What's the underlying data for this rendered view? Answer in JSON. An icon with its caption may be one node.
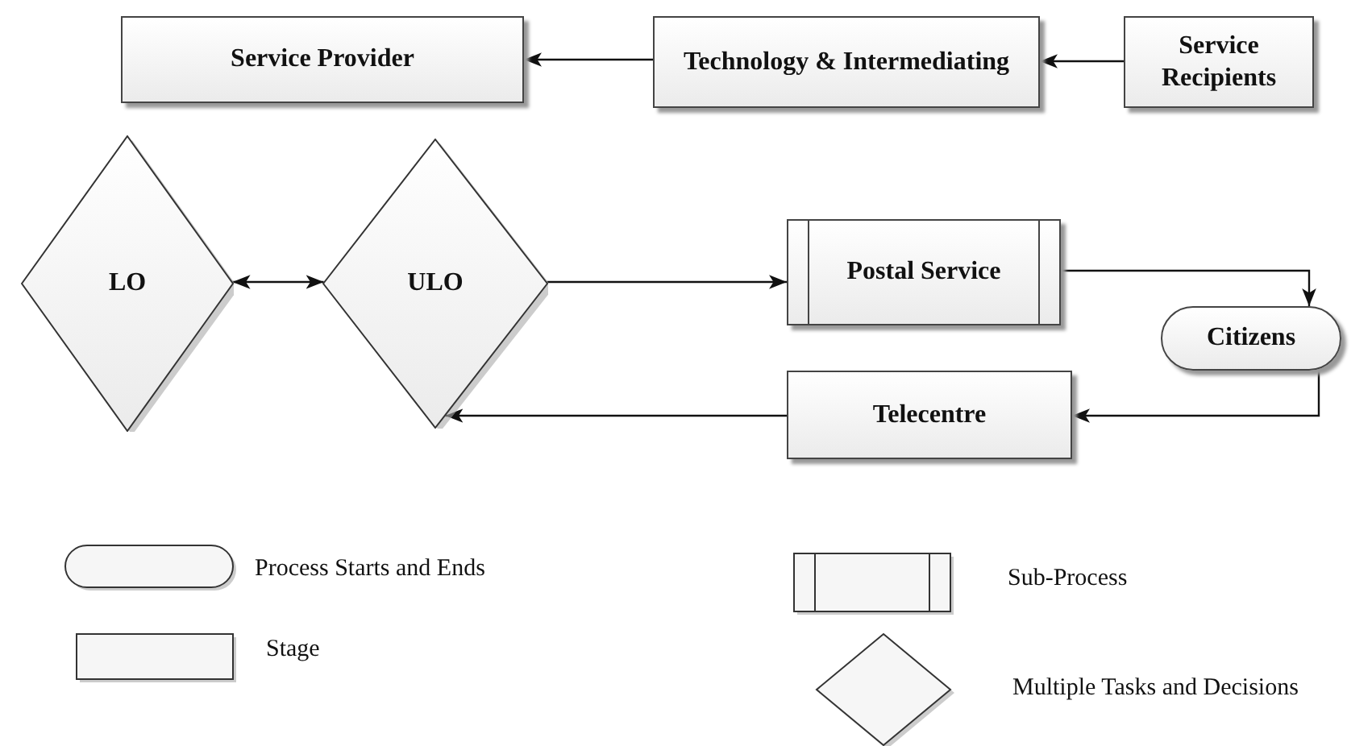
{
  "diagram": {
    "nodes": [
      {
        "text": [
          "Service Provider"
        ]
      },
      {
        "text": [
          "Technology & Intermediating"
        ]
      },
      {
        "text": [
          "Service Recipients"
        ]
      },
      {
        "text": [
          "LO"
        ]
      },
      {
        "text": [
          "ULO"
        ]
      },
      {
        "text": [
          "Postal Service"
        ]
      },
      {
        "text": [
          "Citizens"
        ]
      },
      {
        "text": [
          "Telecentre"
        ]
      }
    ],
    "edges": [
      {
        "from": 1,
        "to": 0,
        "arrow": "to"
      },
      {
        "from": 2,
        "to": 1,
        "arrow": "to"
      },
      {
        "from": 3,
        "to": 4,
        "arrow": "both"
      },
      {
        "from": 4,
        "to": 5,
        "arrow": "to"
      },
      {
        "from": 5,
        "to": 6,
        "arrow": "to"
      },
      {
        "from": 6,
        "to": 7,
        "arrow": "to"
      },
      {
        "from": 7,
        "to": 4,
        "arrow": "to"
      }
    ],
    "legend": [
      {
        "text": "Process Starts and Ends"
      },
      {
        "text": "Stage"
      },
      {
        "text": "Sub-Process"
      },
      {
        "text": "Multiple Tasks and Decisions"
      }
    ]
  }
}
